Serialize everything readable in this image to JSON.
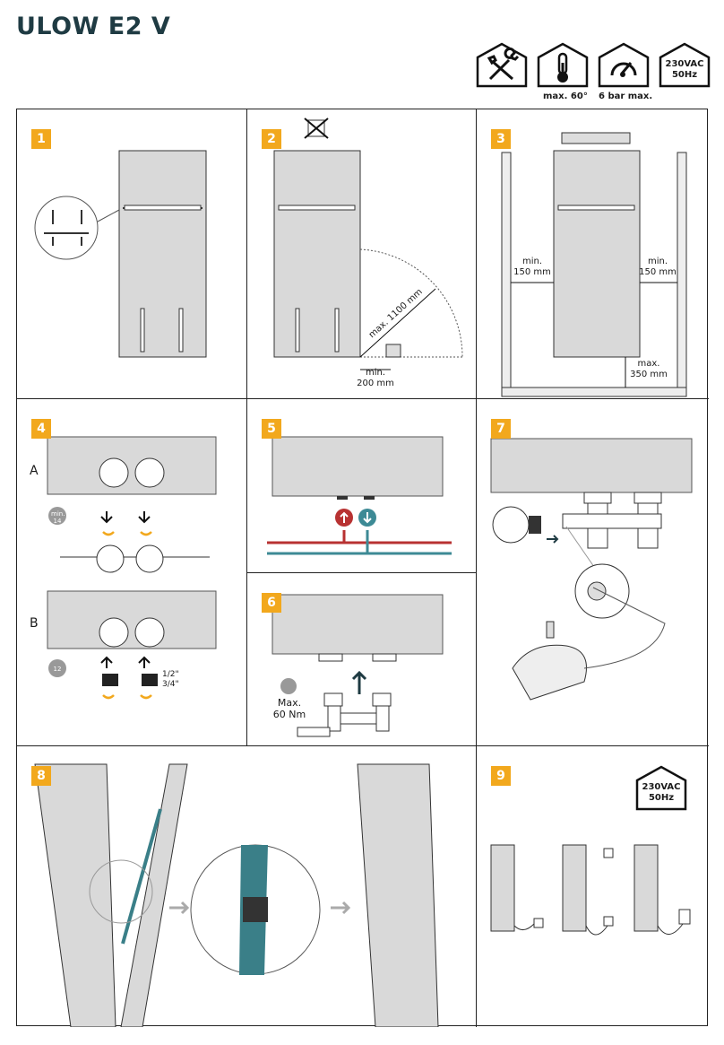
{
  "title": "ULOW E2 V",
  "header_icons": [
    {
      "icon": "tools-icon",
      "caption": ""
    },
    {
      "icon": "thermometer-icon",
      "caption": "max. 60°"
    },
    {
      "icon": "pressure-gauge-icon",
      "caption": "6 bar max."
    },
    {
      "icon": "power-house-icon",
      "caption": "",
      "text_line1": "230VAC",
      "text_line2": "50Hz"
    }
  ],
  "steps": {
    "s1": {
      "number": "1"
    },
    "s2": {
      "number": "2",
      "diag_label": "max. 1100 mm",
      "min_label_1": "min.",
      "min_label_2": "200 mm"
    },
    "s3": {
      "number": "3",
      "left_1": "min.",
      "left_2": "150 mm",
      "right_1": "min.",
      "right_2": "150 mm",
      "bottom_1": "max.",
      "bottom_2": "350 mm"
    },
    "s4": {
      "number": "4",
      "label_a": "A",
      "label_b": "B",
      "tool_a": "min.",
      "tool_a_num": "14",
      "tool_b_num": "12",
      "size_1": "1/2\"",
      "size_2": "3/4\""
    },
    "s5": {
      "number": "5"
    },
    "s6": {
      "number": "6",
      "torque_1": "Max.",
      "torque_2": "60 Nm"
    },
    "s7": {
      "number": "7"
    },
    "s8": {
      "number": "8"
    },
    "s9": {
      "number": "9",
      "power_1": "230VAC",
      "power_2": "50Hz"
    }
  },
  "colors": {
    "brand": "#1f3b43",
    "badge": "#f2a81d",
    "radiator": "#d9d9d9",
    "teal": "#3d8a95",
    "red": "#b83232",
    "cable": "#3a7f88"
  }
}
